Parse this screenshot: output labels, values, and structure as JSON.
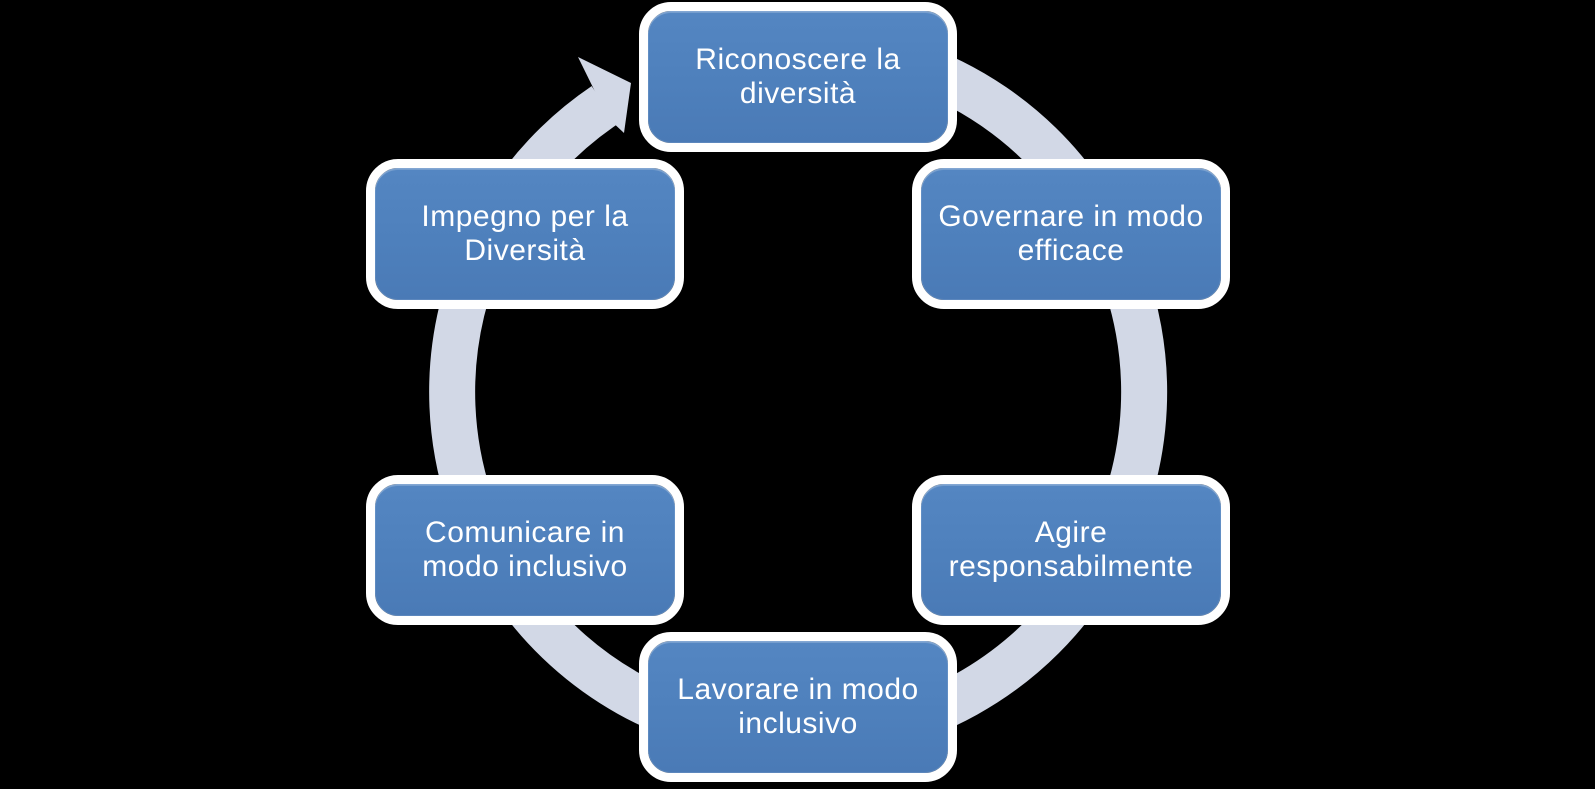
{
  "background_color": "#000000",
  "diagram": {
    "type": "cycle",
    "direction": "clockwise",
    "ring_color": "#D2D8E6",
    "node_fill_color": "#4E80BC",
    "node_border_color": "#FFFFFF",
    "node_text_color": "#FFFFFF",
    "nodes": [
      {
        "position": "top",
        "label": "Riconoscere la\ndiversità"
      },
      {
        "position": "top-right",
        "label": "Governare in modo\nefficace"
      },
      {
        "position": "bottom-right",
        "label": "Agire\nresponsabilmente"
      },
      {
        "position": "bottom",
        "label": "Lavorare in modo\ninclusivo"
      },
      {
        "position": "bottom-left",
        "label": "Comunicare in\nmodo inclusivo"
      },
      {
        "position": "top-left",
        "label": "Impegno per la\nDiversità"
      }
    ]
  }
}
